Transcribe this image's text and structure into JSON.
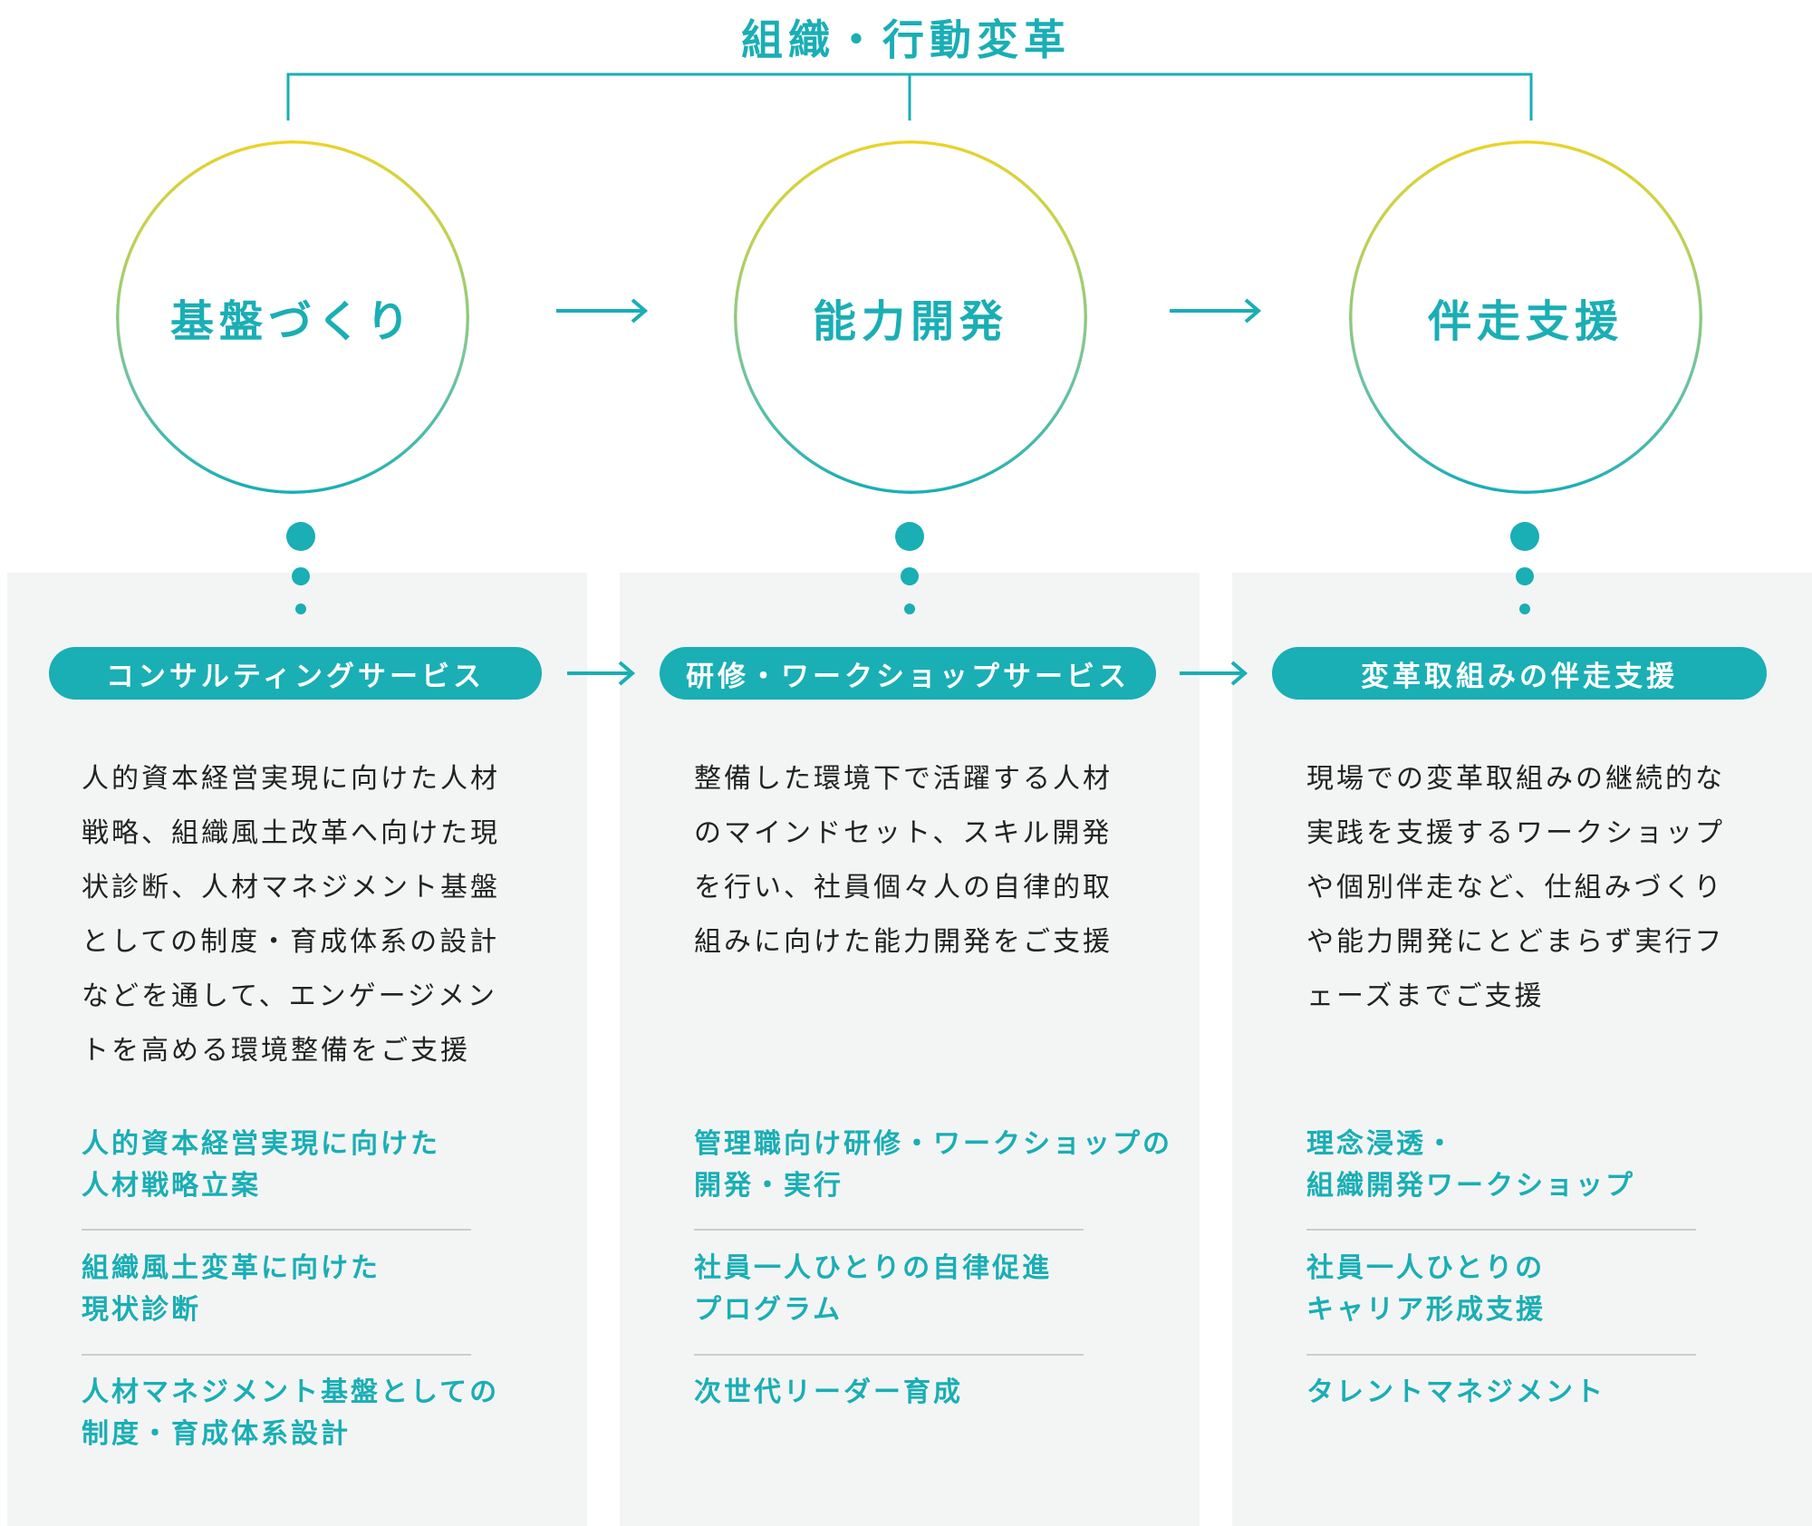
{
  "title": "組織・行動変革",
  "colors": {
    "accent": "#1aaeb5",
    "gradient_top": "#f2d31f",
    "panel_bg": "#f3f5f5"
  },
  "stages": [
    {
      "label": "基盤づくり"
    },
    {
      "label": "能力開発"
    },
    {
      "label": "伴走支援"
    }
  ],
  "services": [
    {
      "pill": "コンサルティングサービス",
      "description": "人的資本経営実現に向けた人材戦略、組織風土改革へ向けた現状診断、人材マネジメント基盤としての制度・育成体系の設計などを通して、エンゲージメントを高める環境整備をご支援",
      "items": [
        "人的資本経営実現に向けた\n人材戦略立案",
        "組織風土変革に向けた\n現状診断",
        "人材マネジメント基盤としての\n制度・育成体系設計"
      ]
    },
    {
      "pill": "研修・ワークショップサービス",
      "description": "整備した環境下で活躍する人材のマインドセット、スキル開発を行い、社員個々人の自律的取組みに向けた能力開発をご支援",
      "items": [
        "管理職向け研修・ワークショップの\n開発・実行",
        "社員一人ひとりの自律促進\nプログラム",
        "次世代リーダー育成"
      ]
    },
    {
      "pill": "変革取組みの伴走支援",
      "description": "現場での変革取組みの継続的な実践を支援するワークショップや個別伴走など、仕組みづくりや能力開発にとどまらず実行フェーズまでご支援",
      "items": [
        "理念浸透・\n組織開発ワークショップ",
        "社員一人ひとりの\nキャリア形成支援",
        "タレントマネジメント"
      ]
    }
  ]
}
